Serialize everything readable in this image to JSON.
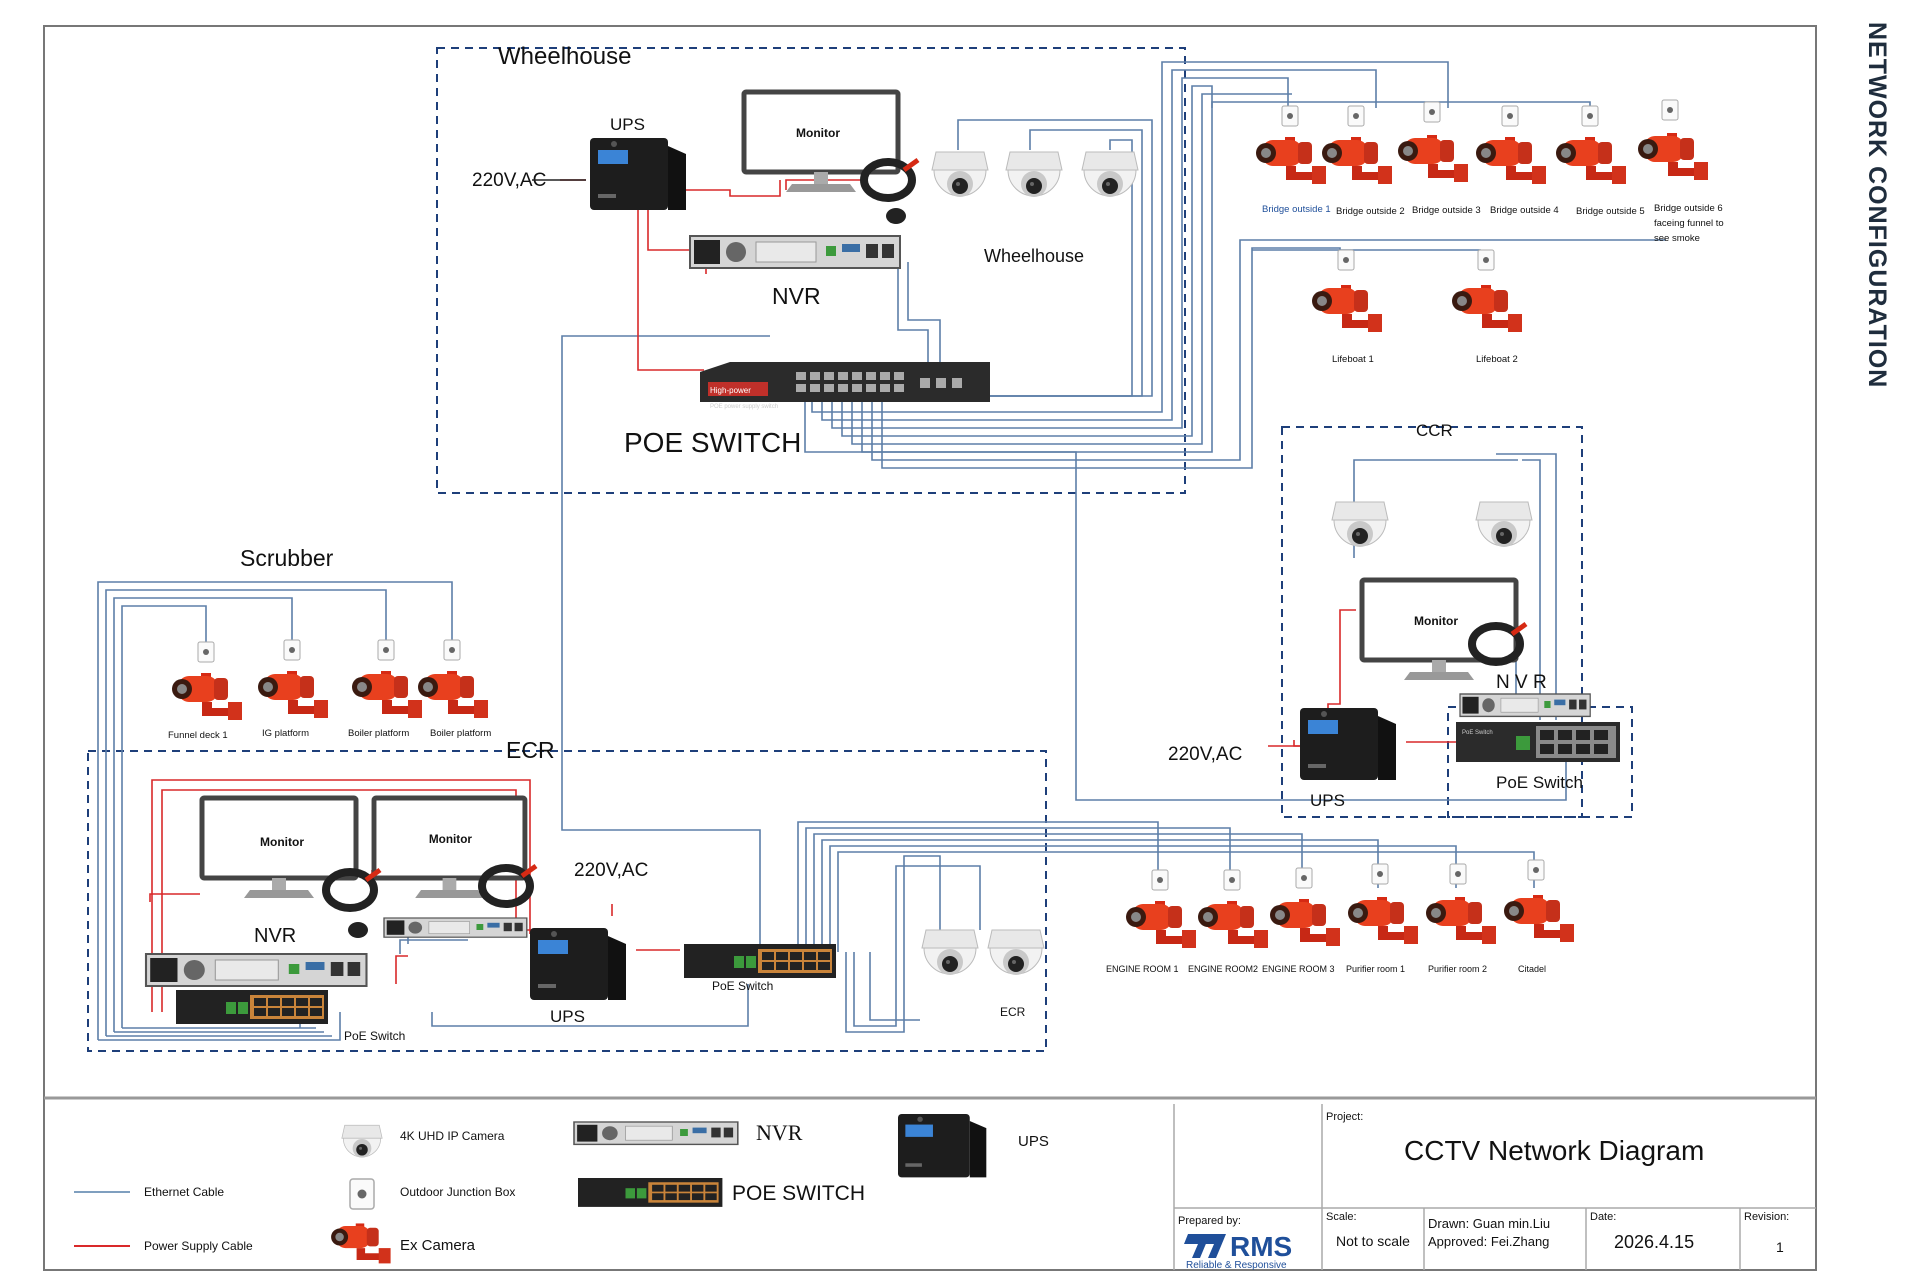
{
  "page_title": "NETWORK CONFIGURATION",
  "zones": {
    "wheelhouse": "Wheelhouse",
    "scrubber": "Scrubber",
    "ecr": "ECR",
    "ccr": "CCR"
  },
  "devices": {
    "monitor": "Monitor",
    "ups": "UPS",
    "nvr": "NVR",
    "ccr_nvr": "N V R",
    "poe_switch_big": "POE SWITCH",
    "poe_switch_small": "PoE Switch",
    "ccr_poe_switch": "PoE  Switch",
    "power_label": "220V,AC",
    "switch_brand": "High-power",
    "switch_sub": "POE power supply switch",
    "small_switch_brand": "PoE Switch"
  },
  "camera_groups": {
    "wheelhouse_domes": "Wheelhouse",
    "ecr_domes": "ECR"
  },
  "ex_cameras": {
    "bridge": [
      "Bridge outside 1",
      "Bridge outside 2",
      "Bridge outside 3",
      "Bridge outside 4",
      "Bridge outside 5"
    ],
    "bridge6": [
      "Bridge outside 6",
      "faceing funnel to",
      "see smoke"
    ],
    "lifeboat": [
      "Lifeboat 1",
      "Lifeboat 2"
    ],
    "scrubber": [
      "Funnel deck 1",
      "IG platform",
      "Boiler platform",
      "Boiler platform"
    ],
    "engine": [
      "ENGINE ROOM 1",
      "ENGINE ROOM2",
      "ENGINE ROOM 3",
      "Purifier room 1",
      "Purifier room 2",
      "Citadel"
    ]
  },
  "legend": {
    "ip_camera": "4K  UHD IP Camera",
    "junction_box": "Outdoor Junction Box",
    "ex_camera": "Ex Camera",
    "nvr": "NVR",
    "poe_switch": "POE SWITCH",
    "ups": "UPS",
    "ethernet": "Ethernet Cable",
    "power": "Power Supply Cable",
    "ethernet_color": "#7f9fbf",
    "power_color": "#d9292a"
  },
  "title_block": {
    "project_label": "Project:",
    "project_title": "CCTV Network Diagram",
    "prepared_label": "Prepared by:",
    "logo_text": "RMS",
    "logo_tagline": "Reliable & Responsive",
    "scale_label": "Scale:",
    "scale_value": "Not to scale",
    "drawn": "Drawn: Guan min.Liu",
    "approved": "Approved: Fei.Zhang",
    "date_label": "Date:",
    "date_value": "2026.4.15",
    "revision_label": "Revision:",
    "revision_value": "1"
  }
}
